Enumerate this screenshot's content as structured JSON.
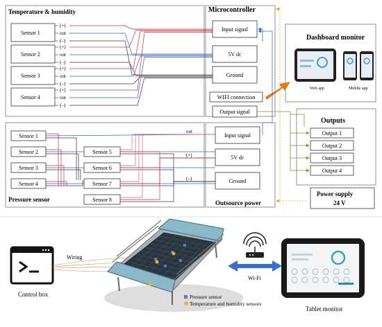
{
  "top": {
    "temp_title": "Temperature & humidity",
    "temp_sensors": [
      "Sensor 1",
      "Sensor 2",
      "Sensor 3",
      "Sensor 4"
    ],
    "pins": [
      "(+)",
      "out",
      "(–)"
    ],
    "microcontroller_title": "Microcontroller",
    "mc_boxes": [
      "Input signal",
      "5V dc",
      "Ground",
      "WIFI connection",
      "Output signal"
    ],
    "dashboard_title": "Dashboard monitor",
    "web_app": "Web app",
    "mobile_app": "Mobile app",
    "outputs_title": "Outputs",
    "outputs": [
      "Output 1",
      "Output 2",
      "Output 3",
      "Output 4"
    ],
    "power_supply": [
      "Power supply",
      "24 V"
    ],
    "pressure_title": "Pressure sensor",
    "pressure_sensors_left": [
      "Sensor 1",
      "Sensor 2",
      "Sensor 3",
      "Sensor 4"
    ],
    "pressure_sensors_right": [
      "Sensor 5",
      "Sensor 6",
      "Sensor 7",
      "Sensor 8"
    ],
    "outsource_title": "Outsource power",
    "outsource_boxes": [
      "Input signal",
      "5V dc",
      "Ground"
    ],
    "wire_labels": {
      "out": "out",
      "plus": "(+)",
      "minus": "(–)"
    }
  },
  "bottom": {
    "control_box": "Control box",
    "wiring": "Wiring",
    "wifi": "Wi-Fi",
    "tablet_monitor": "Tablet monitor",
    "legend": [
      {
        "label": "Pressure sensor",
        "color": "#4a7fd0"
      },
      {
        "label": "Temperature and humidity sensors",
        "color": "#f0b429"
      }
    ]
  },
  "colors": {
    "orange": "#e07a1f",
    "dashed": "#e0a030",
    "green": "#7a9a2a",
    "red": "#d03030",
    "blue": "#3060c0",
    "pink": "#d06090"
  }
}
